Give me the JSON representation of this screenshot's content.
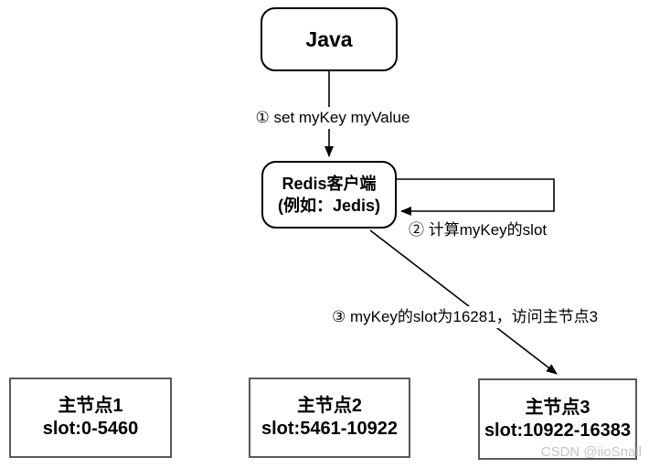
{
  "diagram": {
    "title_node": {
      "label": "Java"
    },
    "redis_node": {
      "line1": "Redis客户端",
      "line2": "(例如：Jedis)"
    },
    "steps": {
      "step1": "① set myKey myValue",
      "step2": "② 计算myKey的slot",
      "step3": "③ myKey的slot为16281，访问主节点3"
    },
    "master_nodes": [
      {
        "name": "主节点1",
        "slot": "slot:0-5460"
      },
      {
        "name": "主节点2",
        "slot": "slot:5461-10922"
      },
      {
        "name": "主节点3",
        "slot": "slot:10922-16383"
      }
    ],
    "watermark": "CSDN @iioSnail",
    "colors": {
      "line": "#000000",
      "rounded_box_border": "#000000",
      "master_box_border": "#595959",
      "watermark_text": "#c6c6c6",
      "background": "#ffffff"
    }
  }
}
